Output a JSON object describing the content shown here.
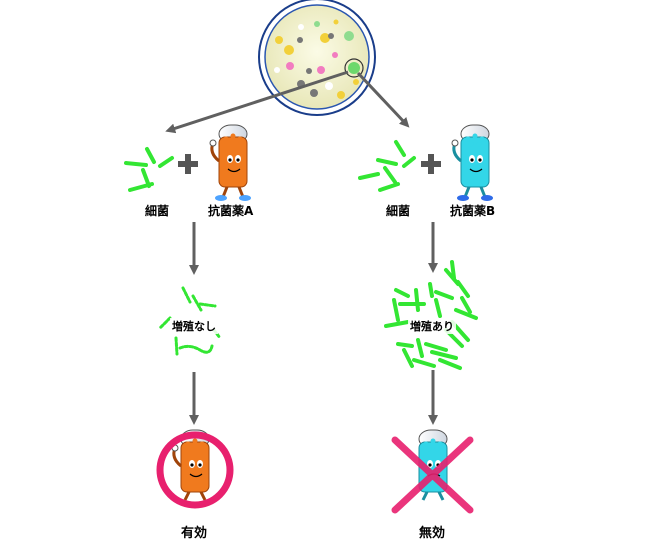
{
  "labels": {
    "bacteria_left": "細菌",
    "drug_a": "抗菌薬A",
    "bacteria_right": "細菌",
    "drug_b": "抗菌薬B",
    "no_growth": "増殖なし",
    "growth": "増殖あり",
    "effective": "有効",
    "ineffective": "無効"
  },
  "colors": {
    "bacteria_green": "#33e633",
    "arrow_gray": "#606060",
    "dish_fill": "#f1f0c8",
    "drug_a_orange": "#f07a1e",
    "drug_b_cyan": "#33d6e8",
    "mark_magenta": "#e8206e"
  },
  "icons": {
    "petri_dish": "petri-dish-icon",
    "capsule_a": "capsule-character-icon",
    "capsule_b": "capsule-character-icon",
    "plus": "plus-icon",
    "circle_mark": "circle-mark-icon",
    "cross_mark": "cross-mark-icon"
  }
}
